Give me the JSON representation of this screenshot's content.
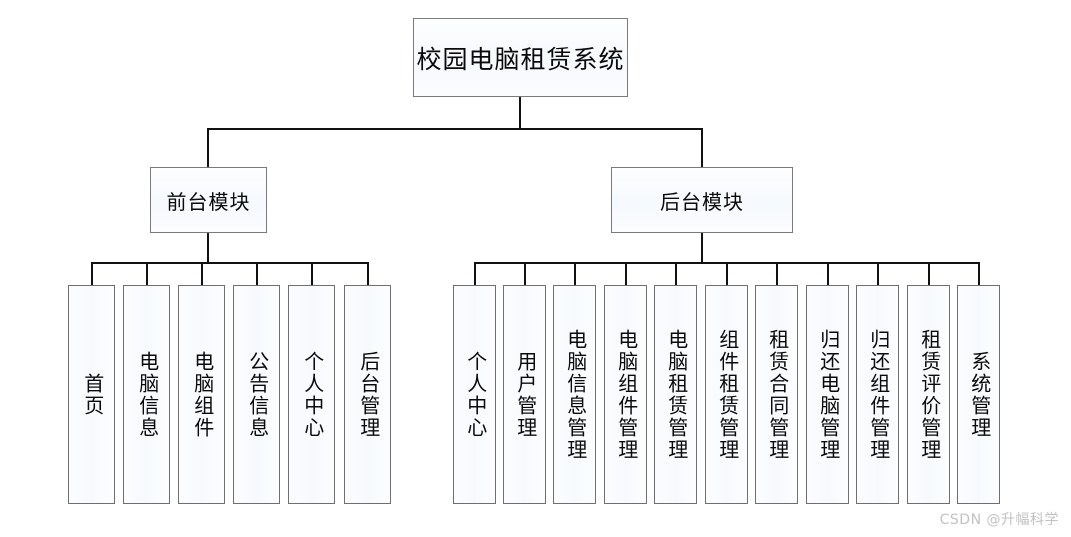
{
  "diagram": {
    "root": {
      "label": "校园电脑租赁系统"
    },
    "branches": [
      {
        "id": "frontend",
        "label": "前台模块"
      },
      {
        "id": "backend",
        "label": "后台模块"
      }
    ],
    "frontend_leaves": [
      {
        "label": "首页"
      },
      {
        "label": "电脑信息"
      },
      {
        "label": "电脑组件"
      },
      {
        "label": "公告信息"
      },
      {
        "label": "个人中心"
      },
      {
        "label": "后台管理"
      }
    ],
    "backend_leaves": [
      {
        "label": "个人中心"
      },
      {
        "label": "用户管理"
      },
      {
        "label": "电脑信息管理"
      },
      {
        "label": "电脑组件管理"
      },
      {
        "label": "电脑租赁管理"
      },
      {
        "label": "组件租赁管理"
      },
      {
        "label": "租赁合同管理"
      },
      {
        "label": "归还电脑管理"
      },
      {
        "label": "归还组件管理"
      },
      {
        "label": "租赁评价管理"
      },
      {
        "label": "系统管理"
      }
    ]
  },
  "watermark": {
    "text": "CSDN @升幅科学"
  },
  "colors": {
    "box_border": "#7a7a7a",
    "box_fill": "#fbfcfe",
    "connector": "#111111",
    "text": "#0a0a0a",
    "watermark": "#c2c2c2",
    "background": "#ffffff"
  }
}
